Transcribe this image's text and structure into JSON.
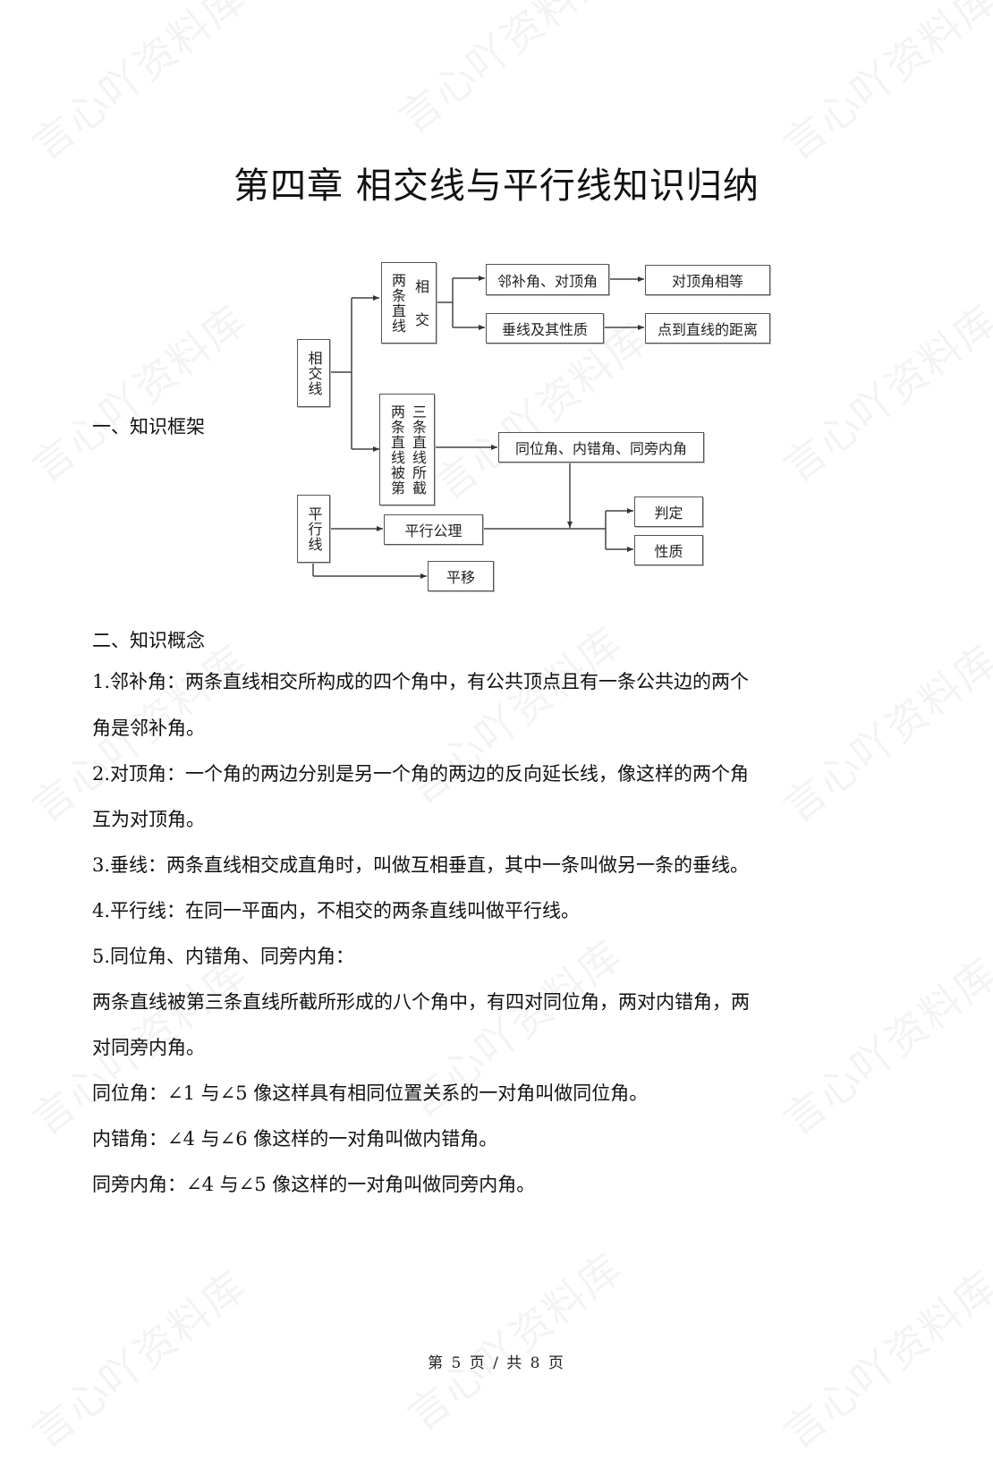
{
  "watermark": "言心吖资料库",
  "title": "第四章  相交线与平行线知识归纳",
  "sections": {
    "framework_label": "一、知识框架",
    "concepts_label": "二、知识概念"
  },
  "diagram": {
    "intersecting_lines": "相交线",
    "two_lines_intersect": "两条直线相交",
    "two_lines_intersect_col1": "两条直线",
    "two_lines_intersect_col2": "相  交",
    "cut_by_third": "两条直线被第三条直线所截",
    "cut_by_third_col1": "两条直线被第",
    "cut_by_third_col2": "三条直线所截",
    "adjacent_vertical_angles": "邻补角、对顶角",
    "vertical_angles_equal": "对顶角相等",
    "perpendicular_properties": "垂线及其性质",
    "point_line_distance": "点到直线的距离",
    "angle_types": "同位角、内错角、同旁内角",
    "parallel_lines": "平行线",
    "parallel_postulate": "平行公理",
    "translation": "平移",
    "criteria": "判定",
    "properties": "性质"
  },
  "concepts": [
    "1.邻补角：两条直线相交所构成的四个角中，有公共顶点且有一条公共边的两个",
    "角是邻补角。",
    "2.对顶角：一个角的两边分别是另一个角的两边的反向延长线，像这样的两个角",
    "互为对顶角。",
    "3.垂线：两条直线相交成直角时，叫做互相垂直，其中一条叫做另一条的垂线。",
    "4.平行线：在同一平面内，不相交的两条直线叫做平行线。",
    "5.同位角、内错角、同旁内角：",
    "两条直线被第三条直线所截所形成的八个角中，有四对同位角，两对内错角，两",
    "对同旁内角。",
    "同位角：∠1 与∠5 像这样具有相同位置关系的一对角叫做同位角。",
    "内错角：∠4 与∠6 像这样的一对角叫做内错角。",
    "同旁内角：∠4 与∠5 像这样的一对角叫做同旁内角。"
  ],
  "footer": {
    "page_text": "第 5 页 / 共 8 页",
    "current_page": 5,
    "total_pages": 8
  }
}
